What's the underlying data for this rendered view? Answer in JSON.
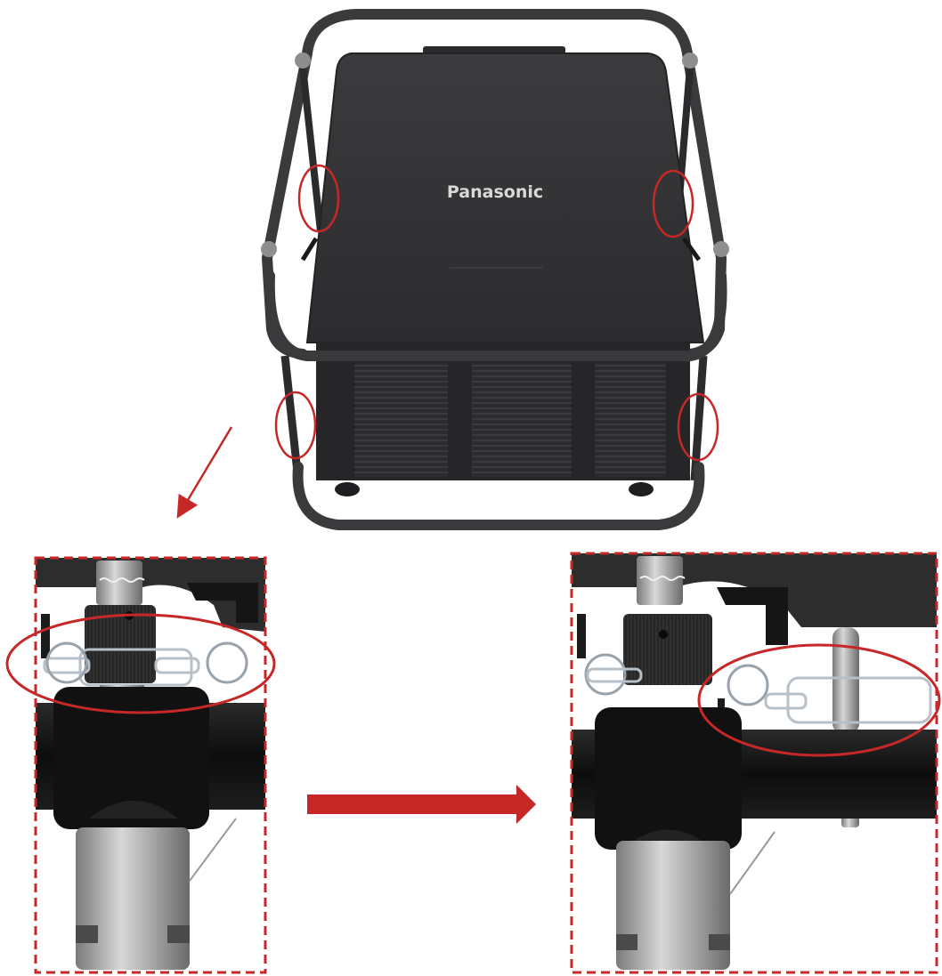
{
  "projector": {
    "brand": "Panasonic",
    "body_color": "#2e2e30",
    "frame_color": "#3a3a3c",
    "grille_color": "#2a2a2c"
  },
  "annotations": {
    "highlight_color": "#c62828",
    "callout_count": 4,
    "arrow_color": "#c62828"
  },
  "panels": {
    "before": {
      "state": "pin engaged"
    },
    "after": {
      "state": "pin released"
    }
  },
  "icons": [
    "detail-arrow-icon",
    "transition-arrow-icon"
  ]
}
